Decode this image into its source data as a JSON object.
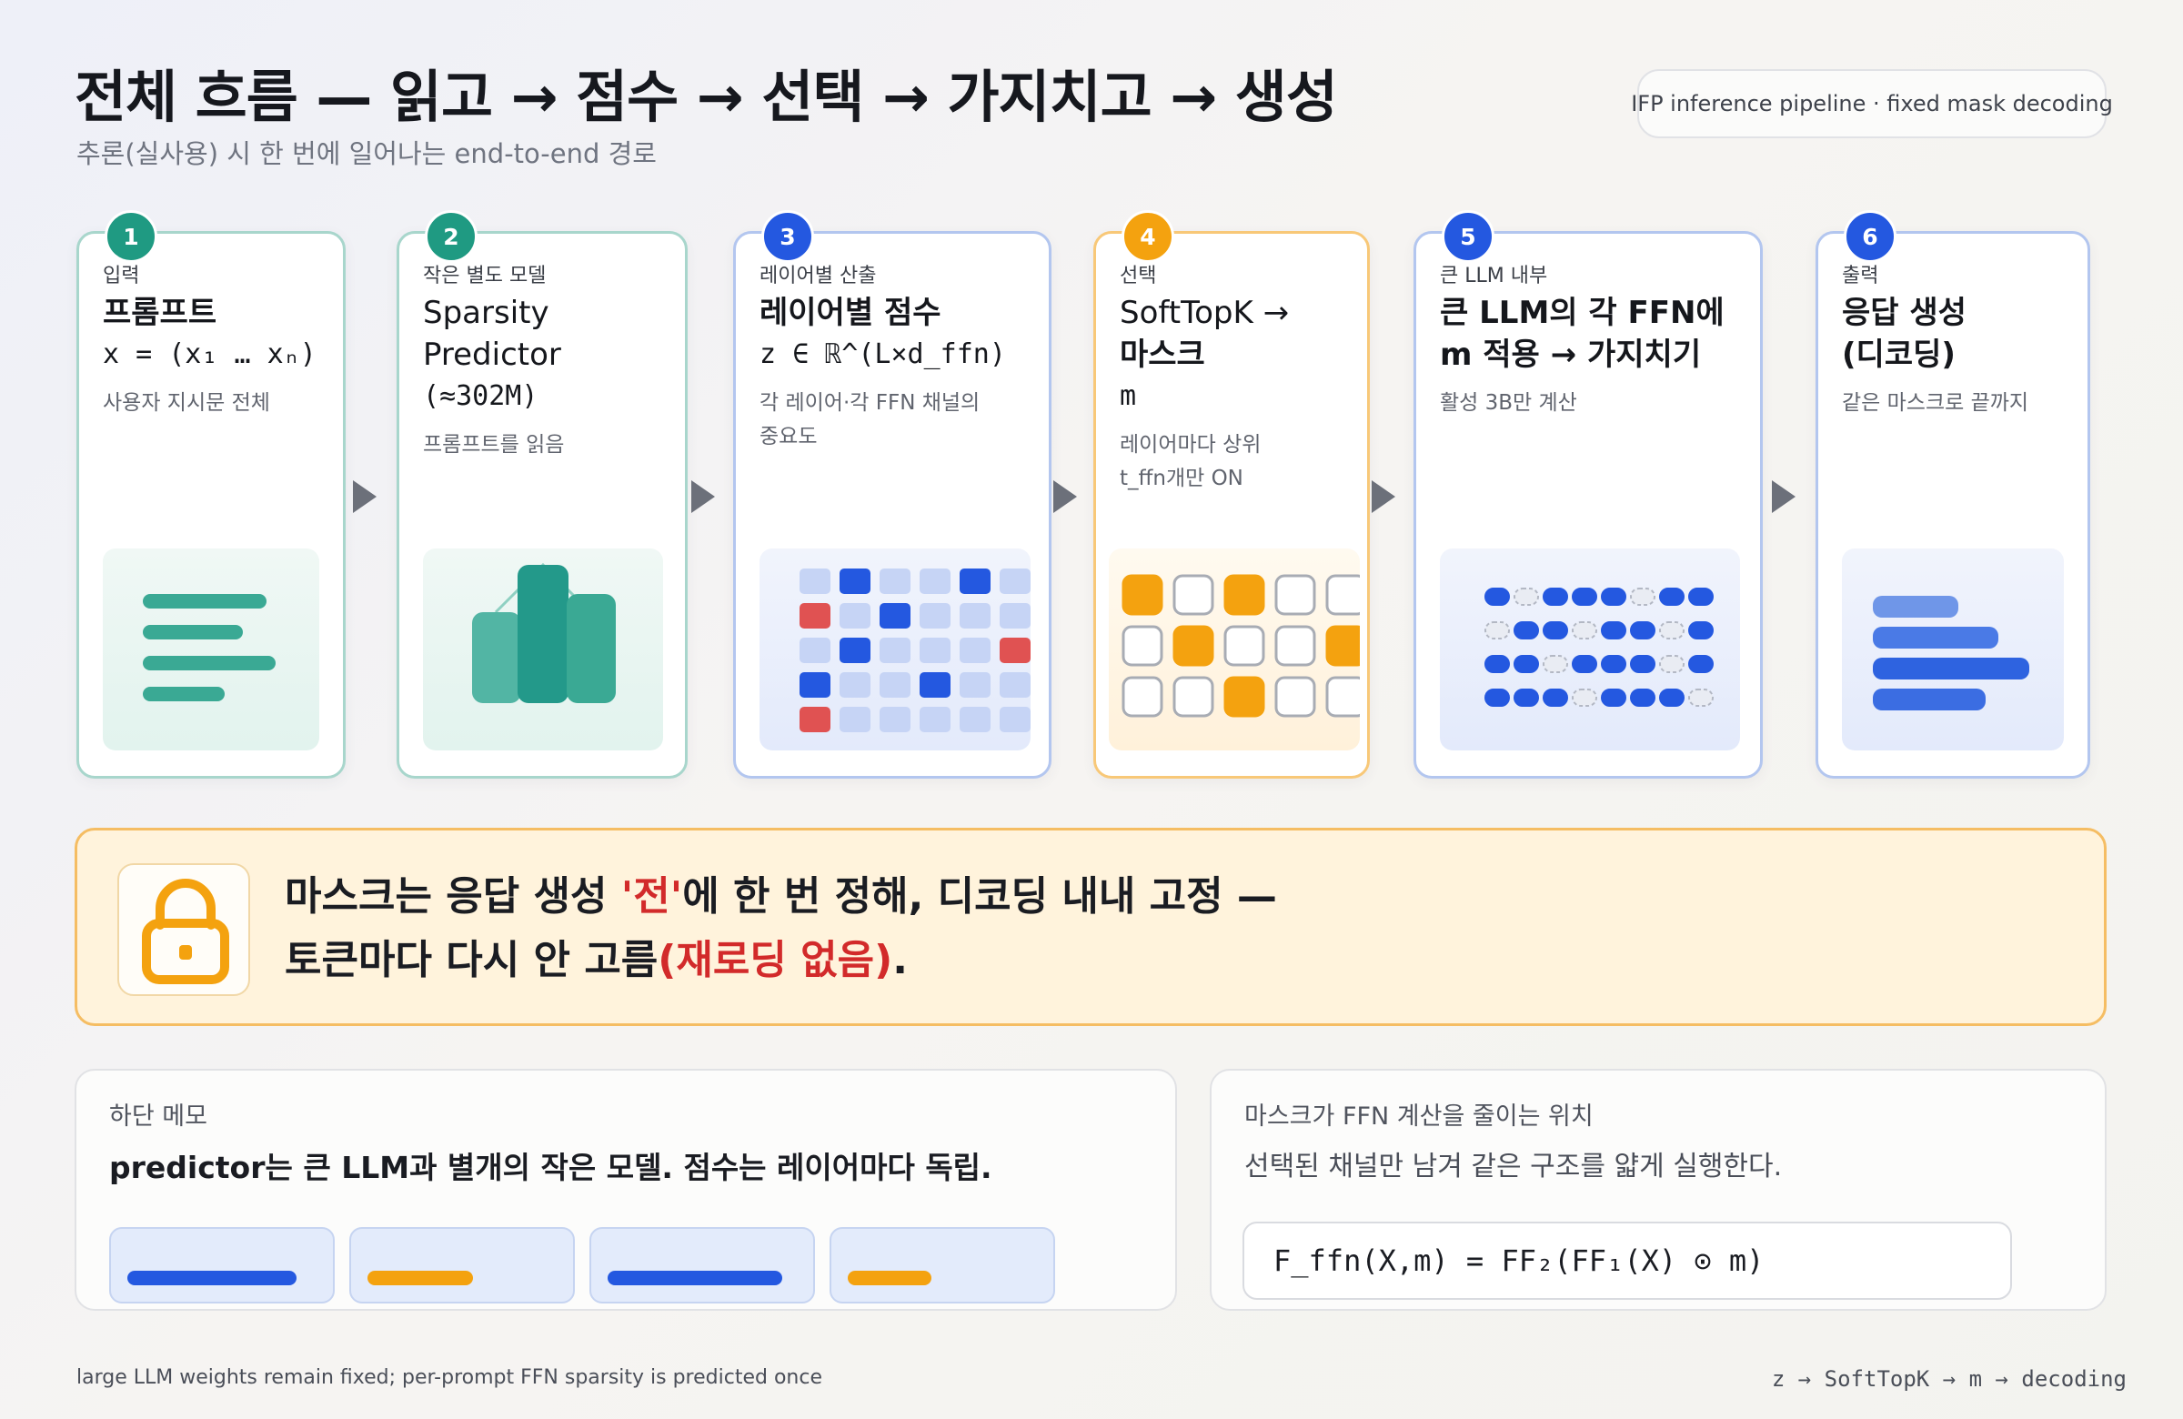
{
  "header": {
    "title": "전체 흐름 — 읽고 → 점수 → 선택 → 가지치고 → 생성",
    "subtitle": "추론(실사용) 시 한 번에 일어나는 end-to-end 경로",
    "tag": "IFP inference pipeline · fixed mask decoding"
  },
  "steps": [
    {
      "number": "1",
      "kicker": "입력",
      "title": "프롬프트",
      "mono": "x = (x₁ … xₙ)",
      "desc": "사용자 지시문 전체"
    },
    {
      "number": "2",
      "kicker": "작은 별도 모델",
      "title_line1": "Sparsity",
      "title_line2": "Predictor",
      "mono": "(≈302M)",
      "desc": "프롬프트를 읽음"
    },
    {
      "number": "3",
      "kicker": "레이어별 산출",
      "title": "레이어별 점수",
      "mono": "z ∈ ℝ^(L×d_ffn)",
      "desc_line1": "각 레이어·각 FFN 채널의",
      "desc_line2": "중요도"
    },
    {
      "number": "4",
      "kicker": "선택",
      "title_line1": "SoftTopK →",
      "title_line2": "마스크",
      "mono": "m",
      "desc_line1": "레이어마다 상위",
      "desc_line2": "t_ffn개만 ON"
    },
    {
      "number": "5",
      "kicker": "큰 LLM 내부",
      "title_line1": "큰 LLM의 각 FFN에",
      "title_line2": "m 적용 → 가지치기",
      "desc": "활성 3B만 계산"
    },
    {
      "number": "6",
      "kicker": "출력",
      "title_line1": "응답 생성",
      "title_line2": "(디코딩)",
      "desc": "같은 마스크로 끝까지"
    }
  ],
  "callout": {
    "line1_pre": "마스크는 응답 생성 ",
    "line1_hl": "'전'",
    "line1_post": "에 한 번 정해, 디코딩 내내 고정 —",
    "line2_pre": "토큰마다 다시 안 고름",
    "line2_hl": "(재로딩 없음)",
    "line2_post": "."
  },
  "memo": {
    "kicker": "하단 메모",
    "text": "predictor는 큰 LLM과 별개의 작은 모델. 점수는 레이어마다 독립."
  },
  "ffn_card": {
    "kicker": "마스크가 FFN 계산을 줄이는 위치",
    "text": "선택된 채널만 남겨 같은 구조를 얇게 실행한다.",
    "formula": "F_ffn(X,m) = FF₂(FF₁(X) ⊙ m)"
  },
  "footer": {
    "left": "large LLM weights remain fixed; per-prompt FFN sparsity is predicted once",
    "right": "z → SoftTopK → m → decoding"
  },
  "colors": {
    "teal": "#1f9a82",
    "blue": "#2458e0",
    "orange": "#f4a20f",
    "red": "#d22a2a",
    "callout_bg": "#fff3dc"
  },
  "icons": [
    "lock-icon",
    "step-arrow-icon"
  ]
}
